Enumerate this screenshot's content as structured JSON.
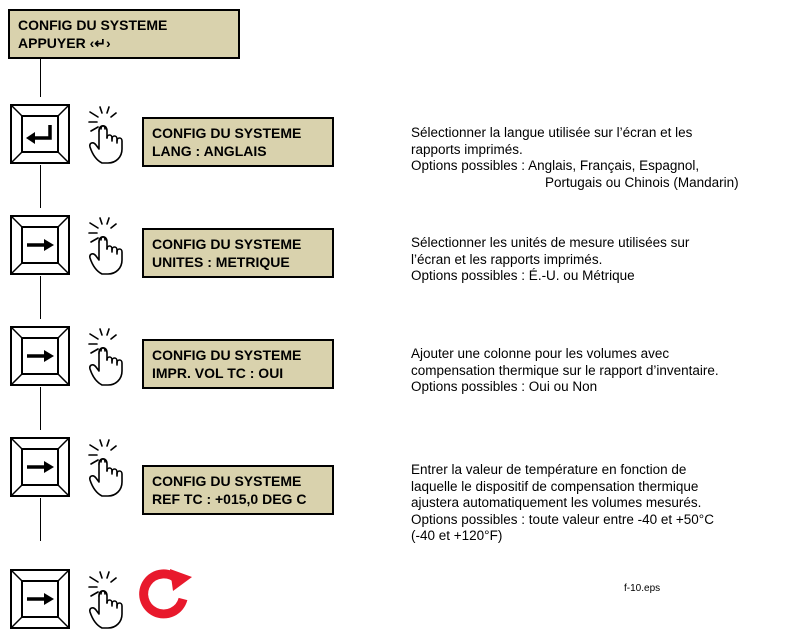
{
  "header": {
    "line1": "CONFIG DU SYSTEME",
    "line2": "APPUYER ‹↵›"
  },
  "steps": [
    {
      "key": "enter-key",
      "lcd": [
        "CONFIG DU SYSTEME",
        "LANG : ANGLAIS"
      ],
      "desc": [
        "Sélectionner la langue utilisée sur l’écran et les",
        "rapports imprimés.",
        "Options possibles : Anglais, Français, Espagnol,",
        "Portugais ou Chinois (Mandarin)"
      ]
    },
    {
      "key": "right-arrow-key",
      "lcd": [
        "CONFIG DU SYSTEME",
        "UNITES : METRIQUE"
      ],
      "desc": [
        "Sélectionner les unités de mesure utilisées sur",
        "l’écran et les rapports imprimés.",
        "Options possibles : É.-U. ou Métrique"
      ]
    },
    {
      "key": "right-arrow-key",
      "lcd": [
        "CONFIG DU SYSTEME",
        "IMPR. VOL TC : OUI"
      ],
      "desc": [
        "Ajouter une colonne pour les volumes avec",
        "compensation thermique sur le rapport d’inventaire.",
        "Options possibles : Oui ou Non"
      ]
    },
    {
      "key": "right-arrow-key",
      "lcd": [
        "CONFIG DU SYSTEME",
        "REF TC : +015,0 DEG C"
      ],
      "desc": [
        "Entrer la valeur de température en fonction de",
        "laquelle le dispositif de compensation thermique",
        "ajustera automatiquement les volumes mesurés.",
        "Options possibles : toute valeur entre -40 et +50°C",
        "(-40 et +120°F)"
      ]
    }
  ],
  "final": {
    "key": "right-arrow-key",
    "loop_icon": "loop-arrow-icon"
  },
  "colors": {
    "lcd_bg": "#d9d2ad",
    "loop_arrow": "#e8192c"
  },
  "footnote": "f-10.eps"
}
